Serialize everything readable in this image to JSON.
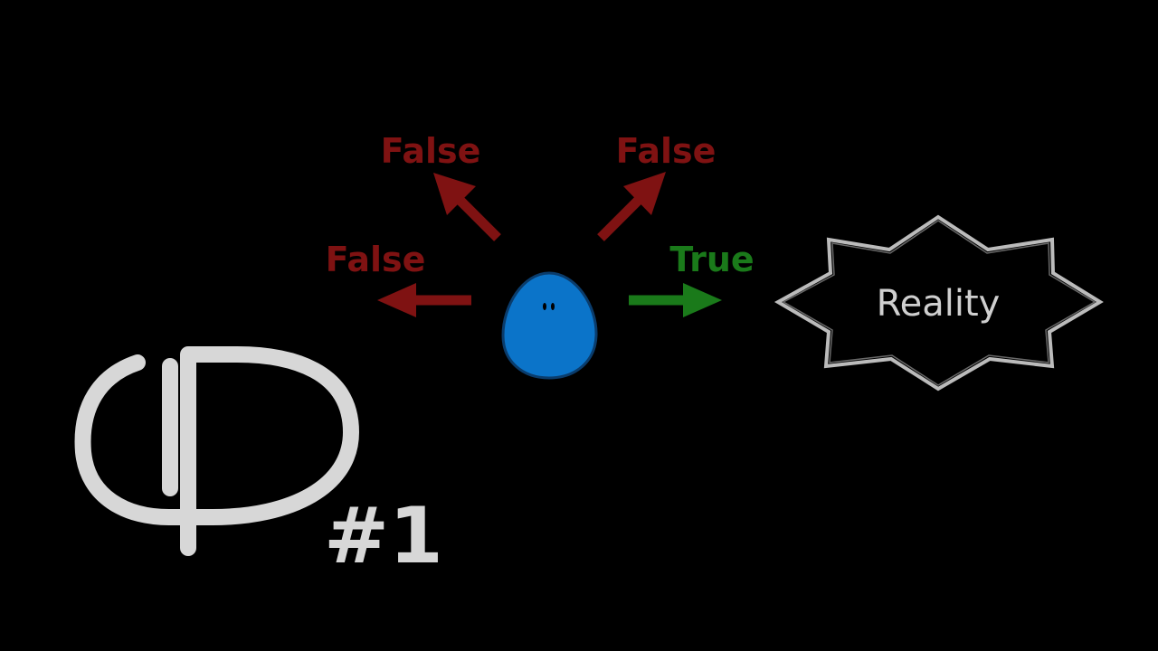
{
  "colors": {
    "background": "#000000",
    "false_color": "#7f1212",
    "true_color": "#1a7a1a",
    "blob_fill": "#0b74c9",
    "blob_stroke": "#0a3c6c",
    "logo_color": "#d7d7d7",
    "reality_color": "#cfcfcf"
  },
  "diagram": {
    "labels": {
      "false_top_left": "False",
      "false_top_right": "False",
      "false_left": "False",
      "true_right": "True"
    },
    "reality": "Reality",
    "character": "blue-blob"
  },
  "episode": "#1"
}
